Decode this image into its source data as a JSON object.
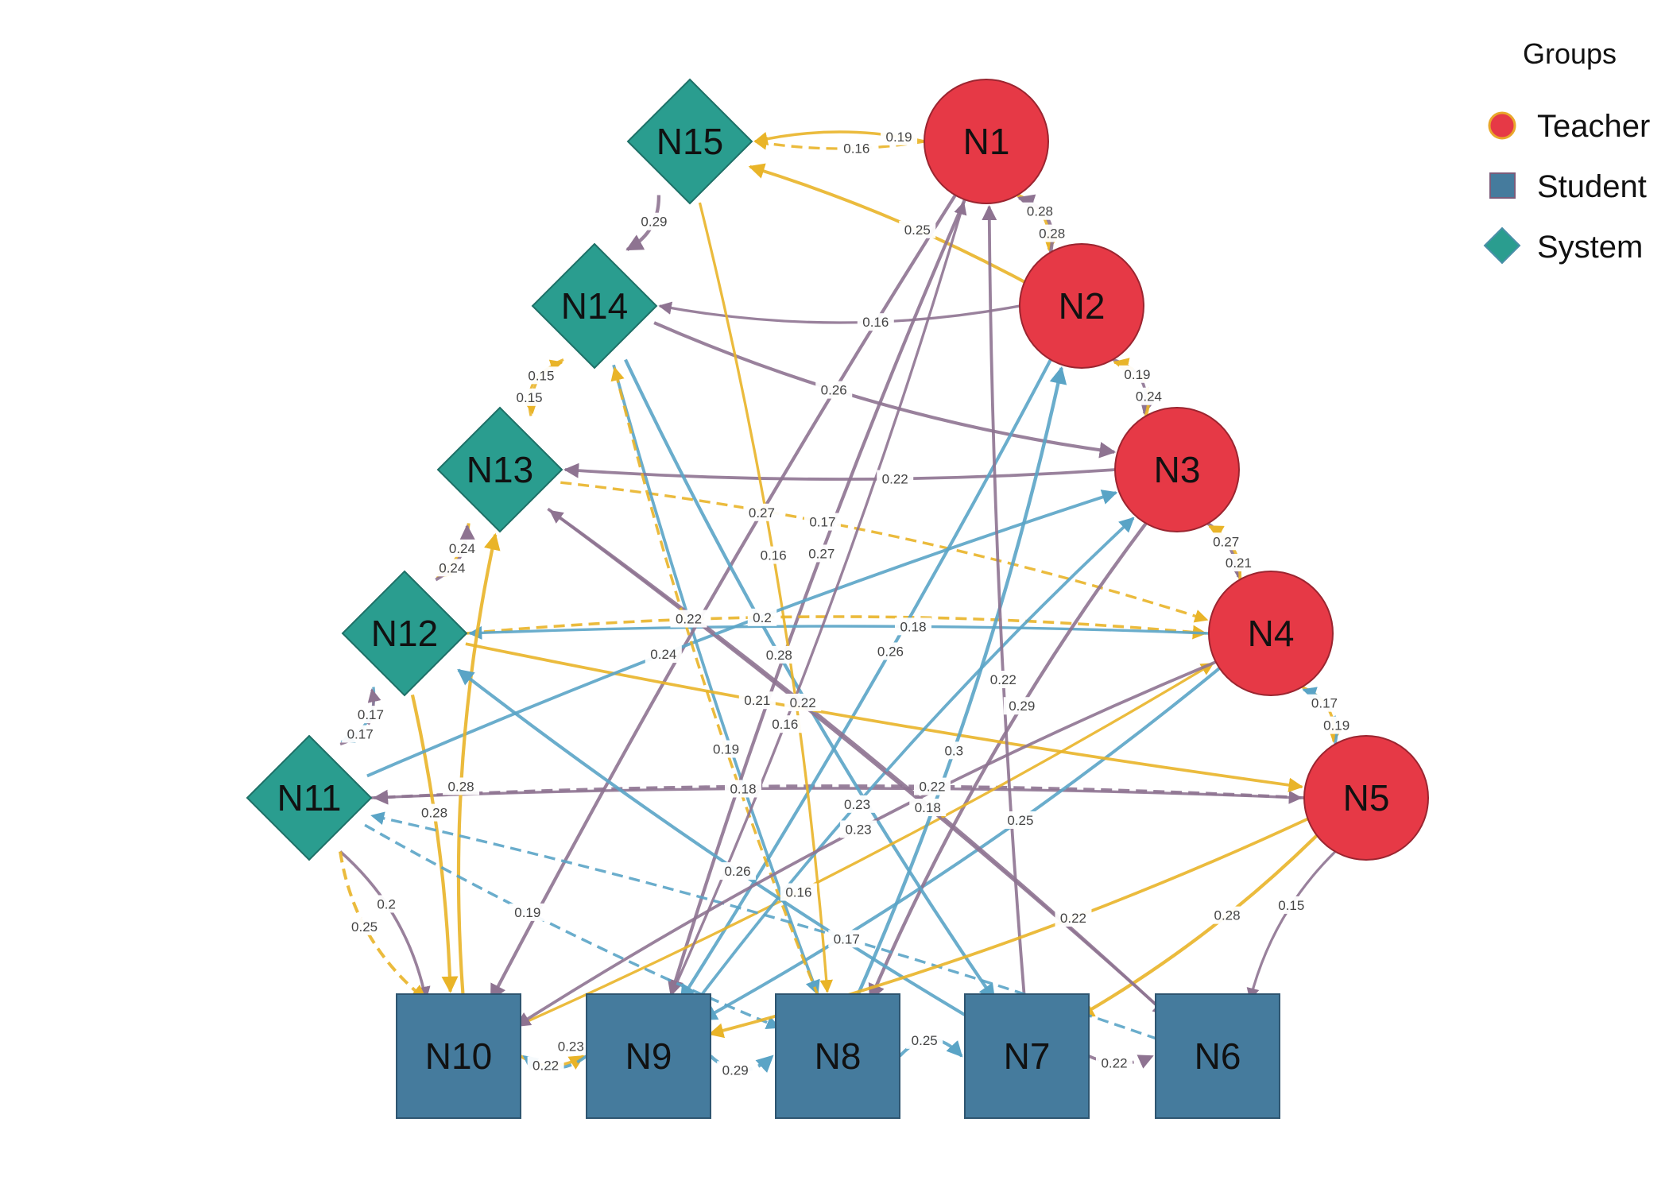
{
  "legend": {
    "title": "Groups",
    "items": [
      {
        "label": "Teacher",
        "shape": "circle",
        "fill": "#E63946",
        "stroke": "#E9A72B"
      },
      {
        "label": "Student",
        "shape": "square",
        "fill": "#457B9D",
        "stroke": "#7A5C7A"
      },
      {
        "label": "System",
        "shape": "diamond",
        "fill": "#2A9D8F",
        "stroke": "#4A8FA8"
      }
    ]
  },
  "colors": {
    "purple": "#8E7391",
    "blue": "#5AA4C6",
    "yellow": "#E9B428"
  },
  "nodes": [
    {
      "id": "N1",
      "group": "Teacher"
    },
    {
      "id": "N2",
      "group": "Teacher"
    },
    {
      "id": "N3",
      "group": "Teacher"
    },
    {
      "id": "N4",
      "group": "Teacher"
    },
    {
      "id": "N5",
      "group": "Teacher"
    },
    {
      "id": "N6",
      "group": "Student"
    },
    {
      "id": "N7",
      "group": "Student"
    },
    {
      "id": "N8",
      "group": "Student"
    },
    {
      "id": "N9",
      "group": "Student"
    },
    {
      "id": "N10",
      "group": "Student"
    },
    {
      "id": "N11",
      "group": "System"
    },
    {
      "id": "N12",
      "group": "System"
    },
    {
      "id": "N13",
      "group": "System"
    },
    {
      "id": "N14",
      "group": "System"
    },
    {
      "id": "N15",
      "group": "System"
    }
  ],
  "edges": [
    [
      "N1",
      "N15",
      "0.16",
      "yellow",
      "dash"
    ],
    [
      "N1",
      "N15",
      "0.19",
      "yellow",
      "solid"
    ],
    [
      "N1",
      "N2",
      "0.28",
      "yellow",
      "solid"
    ],
    [
      "N2",
      "N1",
      "0.28",
      "purple",
      "solid"
    ],
    [
      "N2",
      "N14",
      "0.16",
      "purple",
      "solid"
    ],
    [
      "N2",
      "N15",
      "0.25",
      "yellow",
      "solid"
    ],
    [
      "N15",
      "N14",
      "0.29",
      "purple",
      "solid"
    ],
    [
      "N14",
      "N13",
      "0.15",
      "yellow",
      "dash"
    ],
    [
      "N13",
      "N14",
      "0.15",
      "yellow",
      "solid"
    ],
    [
      "N14",
      "N3",
      "0.26",
      "purple",
      "solid"
    ],
    [
      "N13",
      "N12",
      "0.24",
      "yellow",
      "solid"
    ],
    [
      "N12",
      "N13",
      "0.24",
      "purple",
      "solid"
    ],
    [
      "N12",
      "N11",
      "0.17",
      "blue",
      "solid"
    ],
    [
      "N11",
      "N12",
      "0.17",
      "purple",
      "dash"
    ],
    [
      "N13",
      "N4",
      "0.17",
      "yellow",
      "dash"
    ],
    [
      "N14",
      "N8",
      "0.22",
      "blue",
      "solid"
    ],
    [
      "N3",
      "N13",
      "0.22",
      "purple",
      "solid"
    ],
    [
      "N1",
      "N9",
      "0.27",
      "purple",
      "solid"
    ],
    [
      "N2",
      "N3",
      "0.19",
      "purple",
      "solid"
    ],
    [
      "N3",
      "N2",
      "0.24",
      "yellow",
      "dash"
    ],
    [
      "N3",
      "N4",
      "0.27",
      "purple",
      "solid"
    ],
    [
      "N4",
      "N3",
      "0.21",
      "yellow",
      "solid"
    ],
    [
      "N4",
      "N5",
      "0.17",
      "yellow",
      "solid"
    ],
    [
      "N5",
      "N4",
      "0.19",
      "blue",
      "dash"
    ],
    [
      "N12",
      "N4",
      "0.2",
      "yellow",
      "dash"
    ],
    [
      "N4",
      "N12",
      "0.18",
      "blue",
      "solid"
    ],
    [
      "N11",
      "N5",
      "0.18",
      "purple",
      "solid"
    ],
    [
      "N5",
      "N11",
      "0.22",
      "purple",
      "dash"
    ],
    [
      "N11",
      "N10",
      "0.2",
      "purple",
      "solid"
    ],
    [
      "N11",
      "N10",
      "0.25",
      "yellow",
      "dash"
    ],
    [
      "N12",
      "N10",
      "0.28",
      "yellow",
      "solid"
    ],
    [
      "N10",
      "N9",
      "0.22",
      "yellow",
      "solid"
    ],
    [
      "N9",
      "N10",
      "0.23",
      "blue",
      "dash"
    ],
    [
      "N9",
      "N8",
      "0.29",
      "blue",
      "dash"
    ],
    [
      "N8",
      "N7",
      "0.25",
      "blue",
      "solid"
    ],
    [
      "N7",
      "N6",
      "0.22",
      "purple",
      "dash"
    ],
    [
      "N5",
      "N7",
      "0.28",
      "yellow",
      "solid"
    ],
    [
      "N5",
      "N6",
      "0.15",
      "purple",
      "solid"
    ],
    [
      "N4",
      "N9",
      "0.25",
      "blue",
      "solid"
    ],
    [
      "N3",
      "N8",
      "0.29",
      "purple",
      "solid"
    ],
    [
      "N2",
      "N9",
      "0.26",
      "blue",
      "solid"
    ],
    [
      "N1",
      "N10",
      "0.27",
      "purple",
      "solid"
    ],
    [
      "N13",
      "N6",
      "0.22",
      "purple",
      "solid"
    ],
    [
      "N14",
      "N7",
      "0.28",
      "blue",
      "solid"
    ],
    [
      "N15",
      "N8",
      "0.16",
      "yellow",
      "solid"
    ],
    [
      "N12",
      "N5",
      "0.21",
      "yellow",
      "solid"
    ],
    [
      "N11",
      "N3",
      "0.24",
      "blue",
      "solid"
    ],
    [
      "N10",
      "N4",
      "0.16",
      "yellow",
      "solid"
    ],
    [
      "N9",
      "N3",
      "0.23",
      "blue",
      "solid"
    ],
    [
      "N8",
      "N2",
      "0.3",
      "blue",
      "solid"
    ],
    [
      "N7",
      "N1",
      "0.22",
      "purple",
      "solid"
    ],
    [
      "N6",
      "N13",
      "0.18",
      "purple",
      "solid"
    ],
    [
      "N8",
      "N14",
      "0.19",
      "yellow",
      "dash"
    ],
    [
      "N9",
      "N1",
      "0.16",
      "purple",
      "solid"
    ],
    [
      "N10",
      "N13",
      "0.28",
      "yellow",
      "solid"
    ],
    [
      "N11",
      "N8",
      "0.19",
      "blue",
      "dash"
    ],
    [
      "N7",
      "N12",
      "0.26",
      "blue",
      "solid"
    ],
    [
      "N6",
      "N11",
      "0.17",
      "blue",
      "dash"
    ],
    [
      "N5",
      "N9",
      "0.22",
      "yellow",
      "solid"
    ],
    [
      "N4",
      "N10",
      "0.23",
      "purple",
      "solid"
    ]
  ]
}
